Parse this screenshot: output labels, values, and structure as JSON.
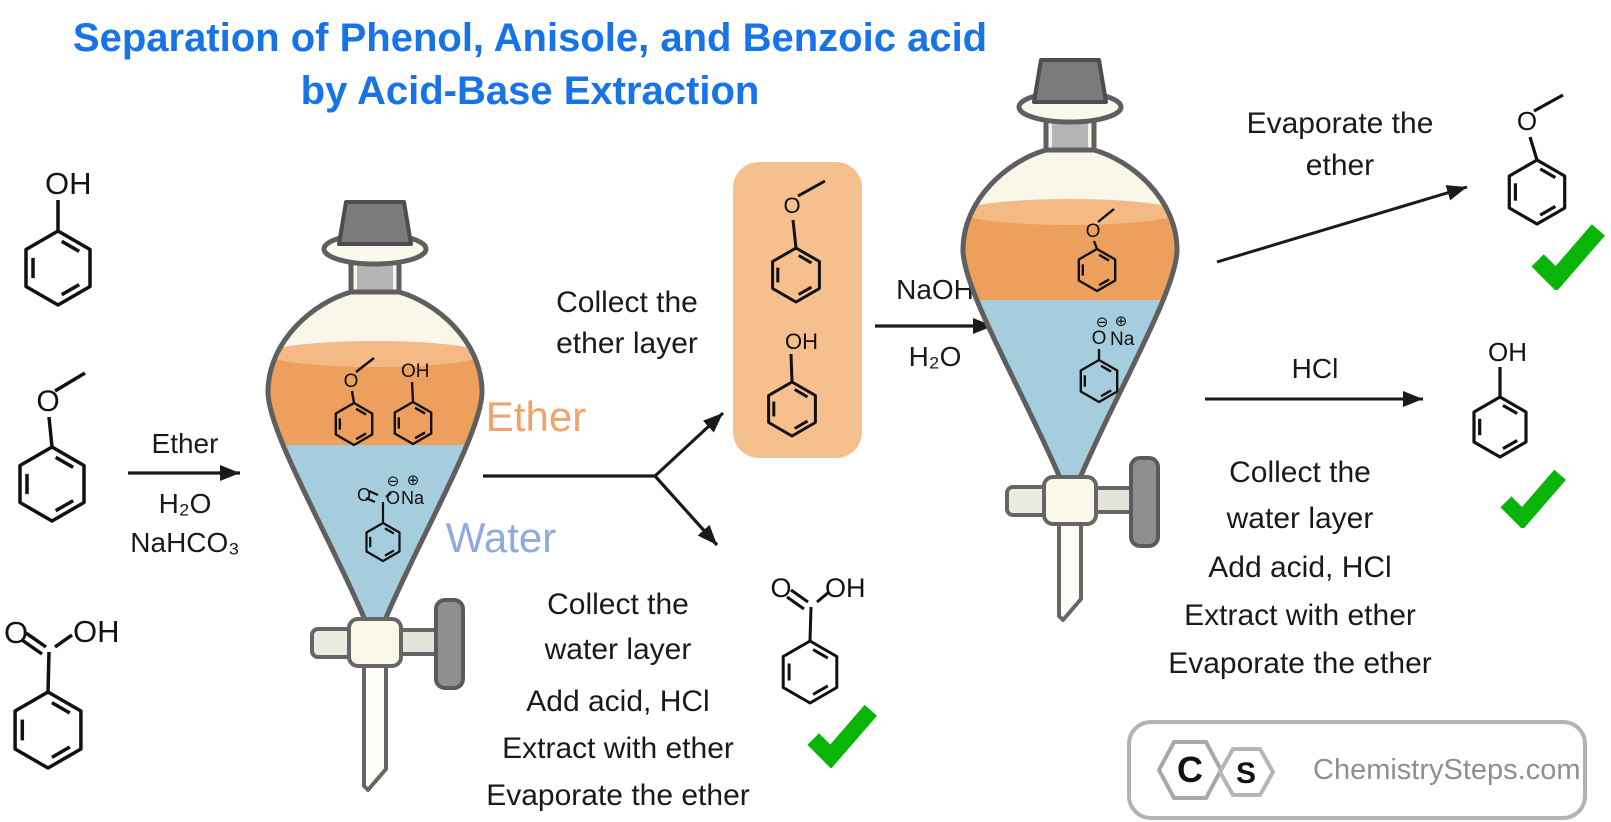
{
  "title": {
    "line1": "Separation of Phenol, Anisole, and Benzoic acid",
    "line2": "by Acid-Base Extraction"
  },
  "atoms": {
    "oh": "OH",
    "o": "O",
    "na": "Na",
    "minus_charge": "⊖",
    "plus_charge": "⊕"
  },
  "step1_arrow": {
    "above": "Ether",
    "below_line1": "H₂O",
    "below_line2": "NaHCO₃"
  },
  "layer_labels": {
    "ether": "Ether",
    "water": "Water"
  },
  "collect_ether": {
    "line1": "Collect the",
    "line2": "ether layer"
  },
  "step2_arrow": {
    "above": "NaOH",
    "below": "H₂O"
  },
  "evaporate_arrow": {
    "line1": "Evaporate the",
    "line2": "ether"
  },
  "hcl_arrow": {
    "label": "HCl"
  },
  "collect_water_bottom": {
    "line1": "Collect the",
    "line2": "water layer",
    "line3": "Add acid, HCl",
    "line4": "Extract with ether",
    "line5": "Evaporate the ether"
  },
  "collect_water_right": {
    "line1": "Collect the",
    "line2": "water layer",
    "line3": "Add acid, HCl",
    "line4": "Extract with ether",
    "line5": "Evaporate the ether"
  },
  "logo": {
    "hex1": "C",
    "hex2": "S",
    "site": "ChemistrySteps.com"
  },
  "colors": {
    "title_blue": "#1673e8",
    "ether_liquid": "#eda05e",
    "ether_meniscus": "#f3ba85",
    "water_liquid": "#a6cdde",
    "ether_label": "#f0a36b",
    "water_label": "#8faadc",
    "box_orange": "#f6c08e",
    "check_green": "#09b509",
    "funnel_outline": "#5f5f5f",
    "glass_cream": "#faf6ea"
  }
}
